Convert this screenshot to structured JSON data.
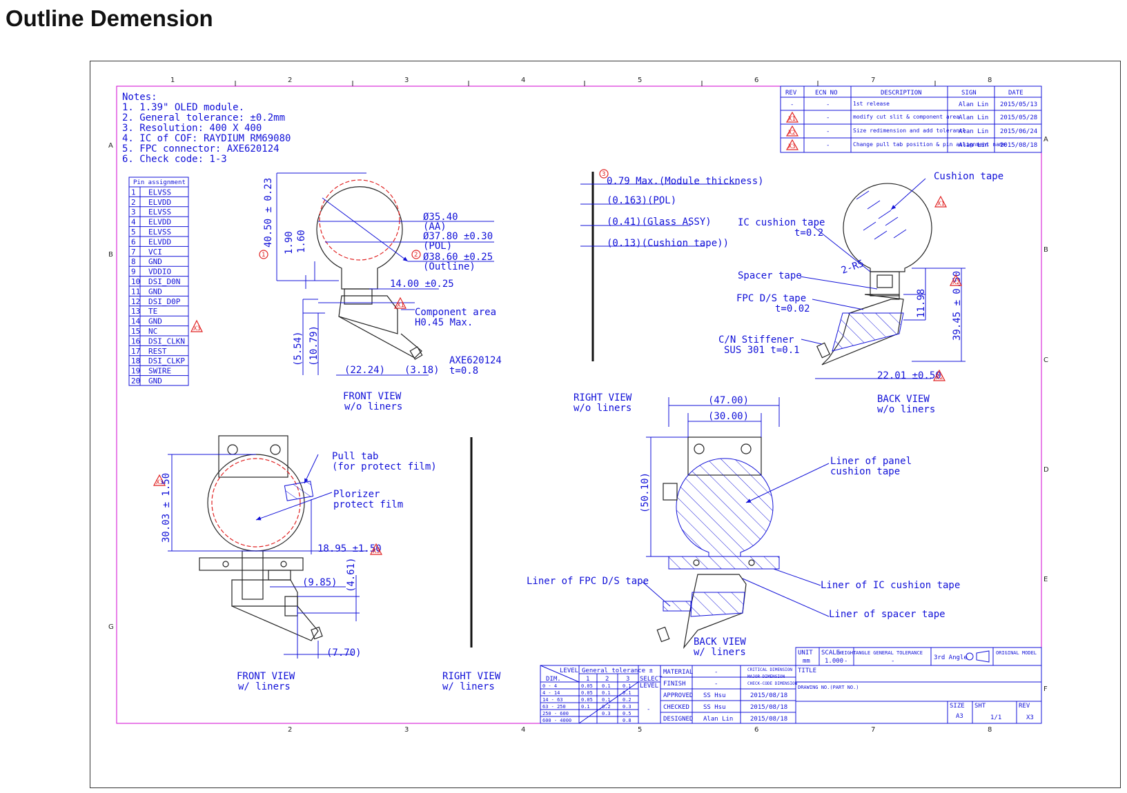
{
  "page_title": "Outline Demension",
  "zone_columns": [
    "1",
    "2",
    "3",
    "4",
    "5",
    "6",
    "7",
    "8"
  ],
  "zone_rows": [
    "A",
    "B",
    "C",
    "D",
    "E",
    "F",
    "G"
  ],
  "notes": [
    "Notes:",
    "1. 1.39\" OLED module.",
    "2. General tolerance: ±0.2mm",
    "3. Resolution: 400 X 400",
    "4. IC of COF: RAYDIUM RM69080",
    "5. FPC connector:  AXE620124",
    "6. Check code: 1-3"
  ],
  "pin_table": {
    "title": "Pin assignment",
    "pins": [
      [
        "1",
        "ELVSS"
      ],
      [
        "2",
        "ELVDD"
      ],
      [
        "3",
        "ELVSS"
      ],
      [
        "4",
        "ELVDD"
      ],
      [
        "5",
        "ELVSS"
      ],
      [
        "6",
        "ELVDD"
      ],
      [
        "7",
        "VCI"
      ],
      [
        "8",
        "GND"
      ],
      [
        "9",
        "VDDIO"
      ],
      [
        "10",
        "DSI_D0N"
      ],
      [
        "11",
        "GND"
      ],
      [
        "12",
        "DSI_D0P"
      ],
      [
        "13",
        "TE"
      ],
      [
        "14",
        "GND"
      ],
      [
        "15",
        "NC"
      ],
      [
        "16",
        "DSI_CLKN"
      ],
      [
        "17",
        "REST"
      ],
      [
        "18",
        "DSI_CLKP"
      ],
      [
        "19",
        "SWIRE"
      ],
      [
        "20",
        "GND"
      ]
    ],
    "rev_mark": "X3"
  },
  "rev_table": {
    "headers": [
      "REV",
      "ECN NO",
      "DESCRIPTION",
      "SIGN",
      "DATE"
    ],
    "rows": [
      [
        "-",
        "-",
        "1st release",
        "Alan Lin",
        "2015/05/13"
      ],
      [
        "X1",
        "-",
        "modify cut slit & component area",
        "Alan Lin",
        "2015/05/28"
      ],
      [
        "X2",
        "-",
        "Size redimension and add tolerance",
        "Alan Lin",
        "2015/06/24"
      ],
      [
        "X3",
        "-",
        "Change pull tab position & pin assignment name",
        "Alan Lin",
        "2015/08/18"
      ]
    ]
  },
  "front_view_top": {
    "d_aa": "Ø35.40",
    "aa": "(AA)",
    "d_pol": "Ø37.80 ±0.30",
    "pol": "(POL)",
    "d_outline": "Ø38.60 ±0.25",
    "outline": "(Outline)",
    "height": "40.50 ± 0.23",
    "h190": "1.90",
    "h160": "1.60",
    "w1400": "14.00 ±0.25",
    "comp1": "Component area",
    "comp2": "H0.45 Max.",
    "conn1": "AXE620124",
    "conn2": "t=0.8",
    "d554": "(5.54)",
    "d1079": "(10.79)",
    "d2224": "(22.24)",
    "d318": "(3.18)",
    "m1": "1",
    "m2": "2",
    "mx1": "X1",
    "label1": "FRONT VIEW",
    "label2": "w/o liners"
  },
  "right_view_top": {
    "t1": "0.79 Max.(Module thickness)",
    "t2": "(0.163)(POL)",
    "t3": "(0.41)(Glass ASSY)",
    "t4": "(0.13)(Cushion tape))",
    "m3": "3",
    "label1": "RIGHT VIEW",
    "label2": "w/o liners"
  },
  "back_view_top": {
    "cushion": "Cushion tape",
    "ic1": "IC cushion tape",
    "ic2": "t=0.2",
    "r5": "2-R5",
    "spacer": "Spacer tape",
    "fpc1": "FPC D/S tape",
    "fpc2": "t=0.02",
    "cn1": "C/N Stiffener",
    "cn2": "SUS 301 t=0.1",
    "d1198": "11.98",
    "d3945": "39.45 ± 0.50",
    "d2201": "22.01 ±0.50",
    "mx1": "X1",
    "mx2": "X2",
    "label1": "BACK VIEW",
    "label2": "w/o liners"
  },
  "front_view_bottom": {
    "pull1": "Pull tab",
    "pull2": "(for protect film)",
    "pol1": "Plorizer",
    "pol2": "protect film",
    "d3003": "30.03 ± 1.50",
    "d1895": "18.95 ±1.50",
    "d985": "(9.85)",
    "d461": "(4.61)",
    "d770": "(7.70)",
    "mx3": "X3",
    "label1": "FRONT VIEW",
    "label2": "w/ liners"
  },
  "right_view_bottom": {
    "label1": "RIGHT VIEW",
    "label2": "w/ liners"
  },
  "back_view_bottom": {
    "d4700": "(47.00)",
    "d3000": "(30.00)",
    "d5010": "(50.10)",
    "liner_panel1": "Liner of panel",
    "liner_panel2": "cushion tape",
    "liner_fpc": "Liner of FPC D/S tape",
    "liner_ic": "Liner of IC cushion tape",
    "liner_spacer": "Liner of spacer tape",
    "label1": "BACK VIEW",
    "label2": "w/ liners"
  },
  "tolerance_table": {
    "level": "LEVEL",
    "general": "General tolerance ±",
    "dim": "DIM.",
    "cols": [
      "1",
      "2",
      "3"
    ],
    "select1": "SELECT",
    "select2": "LEVEL",
    "rows": [
      [
        "0 - 4",
        "0.05",
        "0.1",
        "0.1"
      ],
      [
        "4 - 14",
        "0.05",
        "0.1",
        "0.1"
      ],
      [
        "14 - 63",
        "0.05",
        "0.1",
        "0.2"
      ],
      [
        "63 - 250",
        "0.1",
        "0.2",
        "0.3"
      ],
      [
        "250 - 600",
        "",
        "0.3",
        "0.5"
      ],
      [
        "600 - 4000",
        "",
        "",
        "0.8"
      ]
    ],
    "dash": "-"
  },
  "title_block": {
    "material": "MATERIAL",
    "material_v": "-",
    "finish": "FINISH",
    "finish_v": "-",
    "approved": "APPROVED",
    "approved_by": "SS Hsu",
    "approved_date": "2015/08/18",
    "checked": "CHECKED",
    "checked_by": "SS Hsu",
    "checked_date": "2015/08/18",
    "designed": "DESIGNED",
    "designed_by": "Alan Lin",
    "designed_date": "2015/08/18",
    "legend1": "CRITICAL DIMENSION",
    "legend2": "MAJOR DIMENSION",
    "legend3": "CHECK-CODE DIMENSION",
    "unit": "UNIT",
    "unit_v": "mm",
    "scale": "SCALE",
    "scale_v": "1.000",
    "weight": "WEIGHT",
    "weight_v": "-",
    "angle": "ANGLE GENERAL TOLERANCE",
    "angle_v": "-",
    "proj": "3rd Angle",
    "original": "ORIGINAL MODEL",
    "title": "TITLE",
    "drawing_no": "DRAWING NO.(PART NO.)",
    "size": "SIZE",
    "size_v": "A3",
    "sht": "SHT",
    "sht_v": "1/1",
    "rev": "REV",
    "rev_v": "X3"
  }
}
